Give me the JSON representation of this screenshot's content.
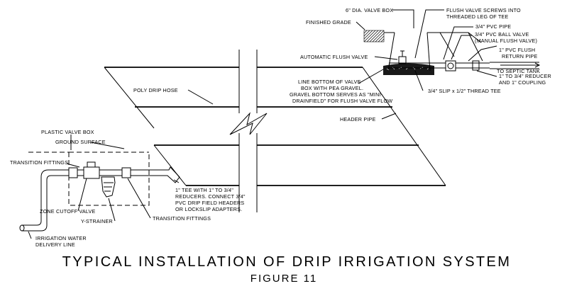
{
  "title": "TYPICAL INSTALLATION OF DRIP IRRIGATION SYSTEM",
  "subtitle": "FIGURE 11",
  "labels": {
    "valve_box_6in": "6\" DIA. VALVE BOX",
    "flush_screws_1": "FLUSH VALVE SCREWS INTO",
    "flush_screws_2": "THREADED LEG OF TEE",
    "finished_grade": "FINISHED GRADE",
    "pvc_pipe": "3/4\" PVC PIPE",
    "ball_valve_1": "3/4\" PVC BALL VALVE",
    "ball_valve_2": "(MANUAL FLUSH VALVE)",
    "pvc_flush_1": "1\" PVC FLUSH",
    "pvc_flush_2": "RETURN PIPE",
    "auto_flush": "AUTOMATIC FLUSH VALVE",
    "septic": "TO SEPTIC TANK",
    "line_bottom_1": "LINE BOTTOM OF VALVE",
    "line_bottom_2": "BOX WITH PEA GRAVEL.",
    "line_bottom_3": "GRAVEL BOTTOM SERVES AS \"MINI-",
    "line_bottom_4": "DRAINFIELD\" FOR FLUSH VALVE FLOW",
    "reducer_1": "1\" TO 3/4\" REDUCER",
    "reducer_2": "AND 1\" COUPLING",
    "slip_tee": "3/4\" SLIP x 1/2\" THREAD TEE",
    "poly_drip": "POLY DRIP HOSE",
    "header_pipe": "HEADER PIPE",
    "plastic_box": "PLASTIC VALVE BOX",
    "ground_surface": "GROUND SURFACE",
    "transition_top": "TRANSITION FITTINGS",
    "tee_1": "1\" TEE WITH 1\" TO 3/4\"",
    "tee_2": "REDUCERS. CONNECT 3/4\"",
    "tee_3": "PVC DRIP FIELD HEADERS",
    "tee_4": "OR LOCKSLIP ADAPTERS.",
    "zone_cutoff": "ZONE CUTOFF VALVE",
    "y_strainer": "Y-STRAINER",
    "transition_bottom": "TRANSITION FITTINGS",
    "irrigation_1": "IRRIGATION WATER",
    "irrigation_2": "DELIVERY LINE"
  }
}
